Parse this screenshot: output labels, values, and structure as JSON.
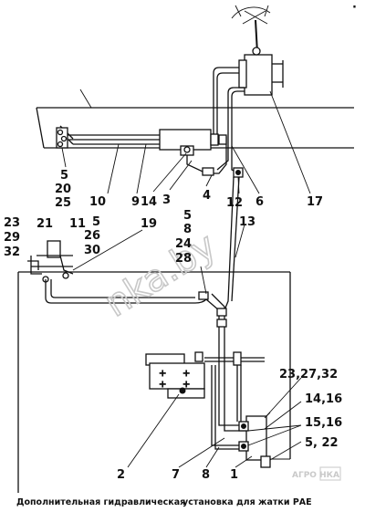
{
  "labels": {
    "l1": "1",
    "l2": "2",
    "l3": "3",
    "l4": "4",
    "l6": "6",
    "l7": "7",
    "l8": "8",
    "l9": "9",
    "l10": "10",
    "l12": "12",
    "l13": "13",
    "l14": "14",
    "l17": "17",
    "l19": "19",
    "l21": "21",
    "g5_20_25": [
      "5",
      "20",
      "25"
    ],
    "g11_5_26_30": [
      "11",
      "5",
      "26",
      "30"
    ],
    "g23_29_32": [
      "23",
      "29",
      "32"
    ],
    "g5_8_24_28": [
      "5",
      "8",
      "24",
      "28"
    ],
    "g23_27_32": "23,27,32",
    "g14_16": "14,16",
    "g15_16": "15,16",
    "g5_22": "5, 22"
  },
  "caption": {
    "left": "Дополнительная гидравлическая",
    "right": "установка для жатки РАЕ"
  },
  "watermark": "nka.by",
  "logo": "АГРО НКА",
  "corner_mark": "·"
}
